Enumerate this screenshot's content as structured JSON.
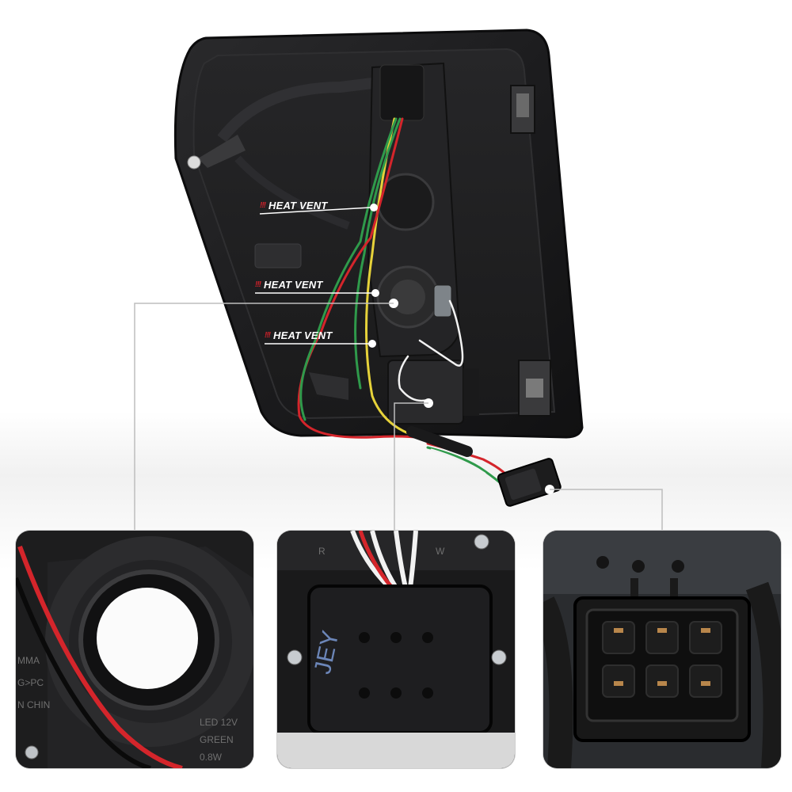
{
  "callouts": {
    "vent_1": {
      "marks": "!!!",
      "label": "HEAT VENT"
    },
    "vent_2": {
      "marks": "!!!",
      "label": "HEAT VENT"
    },
    "vent_3": {
      "marks": "!!!",
      "label": "HEAT VENT"
    }
  },
  "panel_left": {
    "molded_text": [
      "MMA",
      "G>PC",
      "N CHIN",
      "LED 12V",
      "GREEN",
      "0.8W"
    ]
  },
  "panel_middle": {
    "handwriting": "JEY",
    "molded_text": [
      "R",
      "W"
    ]
  },
  "colors": {
    "housing": "#1c1c1e",
    "wire_red": "#d4252b",
    "wire_yellow": "#e6d23a",
    "wire_green": "#2f9a4b",
    "wire_white": "#f2f2f2",
    "callout_accent": "#d0212a",
    "leader_line": "#bdbdbd"
  },
  "icons": [
    "vent-marker-icon",
    "screw-icon",
    "connector-icon"
  ]
}
